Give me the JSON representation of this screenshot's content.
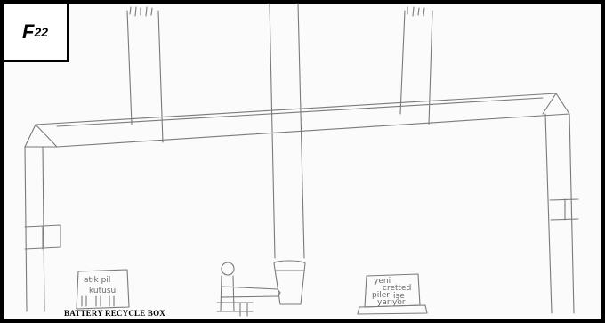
{
  "figure_label": {
    "letter": "F",
    "subscript": "22"
  },
  "handwritten": {
    "box_line1": "atık pil",
    "box_line2": "kutusu",
    "sign_line1": "yeni",
    "sign_line2": "cretted",
    "sign_line3": "piler",
    "sign_line4": "işe",
    "sign_line5": "yarıyor"
  },
  "caption": "BATTERY RECYCLE BOX",
  "colors": {
    "pencil": "#7a7a7a",
    "frame": "#000000",
    "paper": "#fbfbfb"
  }
}
